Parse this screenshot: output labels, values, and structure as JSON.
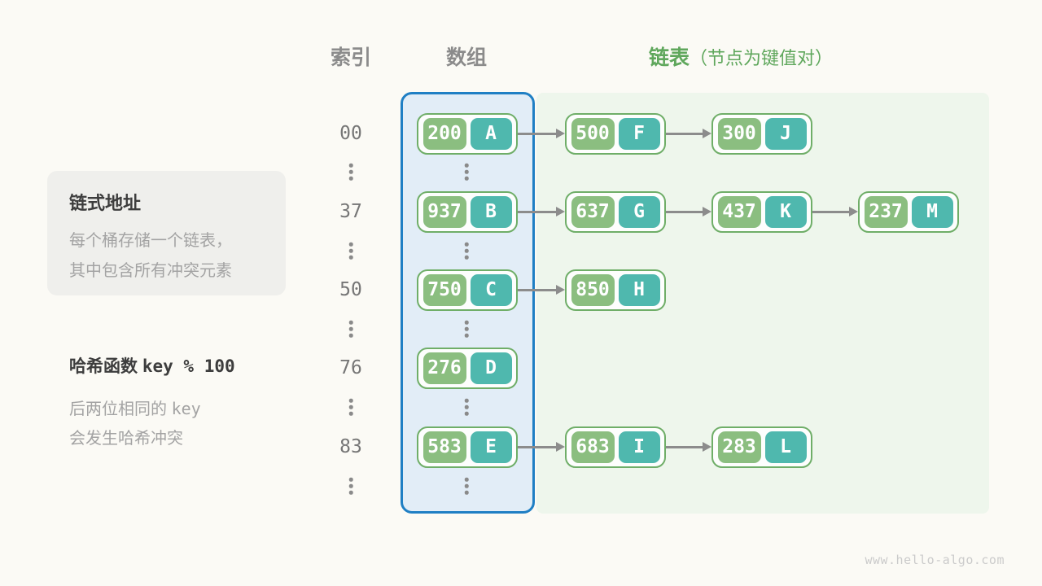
{
  "header": {
    "index_label": "索引",
    "array_label": "数组",
    "list_label": "链表",
    "list_note": "（节点为键值对）"
  },
  "info_box": {
    "title": "链式地址",
    "line1": "每个桶存储一个链表，",
    "line2": "其中包含所有冲突元素"
  },
  "hash_note": {
    "title_label": "哈希函数",
    "title_code": "key % 100",
    "line1_prefix": "后两位相同的",
    "line1_code": "key",
    "line2": "会发生哈希冲突"
  },
  "watermark": "www.hello-algo.com",
  "colors": {
    "key_fill": "#8BBE80",
    "value_fill": "#4FB8AE",
    "node_border": "#6FAE68",
    "array_panel_fill": "#E2EDF7",
    "array_panel_border": "#1F7FC4",
    "chain_panel_fill": "#EEF6EC",
    "header_gray": "#8B8B8B",
    "header_green": "#5FA75C",
    "arrow_gray": "#8C8C8C"
  },
  "rows": [
    {
      "index": "00",
      "bucket": {
        "key": "200",
        "value": "A"
      },
      "chain": [
        {
          "key": "500",
          "value": "F"
        },
        {
          "key": "300",
          "value": "J"
        }
      ]
    },
    {
      "index": "37",
      "bucket": {
        "key": "937",
        "value": "B"
      },
      "chain": [
        {
          "key": "637",
          "value": "G"
        },
        {
          "key": "437",
          "value": "K"
        },
        {
          "key": "237",
          "value": "M"
        }
      ]
    },
    {
      "index": "50",
      "bucket": {
        "key": "750",
        "value": "C"
      },
      "chain": [
        {
          "key": "850",
          "value": "H"
        }
      ]
    },
    {
      "index": "76",
      "bucket": {
        "key": "276",
        "value": "D"
      },
      "chain": []
    },
    {
      "index": "83",
      "bucket": {
        "key": "583",
        "value": "E"
      },
      "chain": [
        {
          "key": "683",
          "value": "I"
        },
        {
          "key": "283",
          "value": "L"
        }
      ]
    }
  ]
}
